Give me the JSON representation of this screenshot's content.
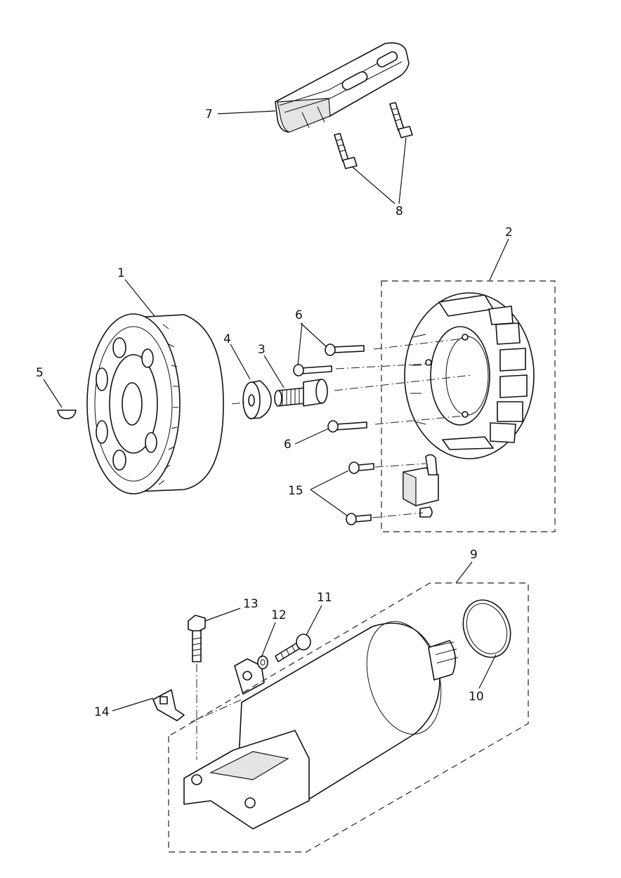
{
  "diagram": {
    "part_numbers": [
      {
        "key": "p1",
        "text": "1"
      },
      {
        "key": "p2",
        "text": "2"
      },
      {
        "key": "p3",
        "text": "3"
      },
      {
        "key": "p4",
        "text": "4"
      },
      {
        "key": "p5",
        "text": "5"
      },
      {
        "key": "p6a",
        "text": "6"
      },
      {
        "key": "p6b",
        "text": "6"
      },
      {
        "key": "p7",
        "text": "7"
      },
      {
        "key": "p8",
        "text": "8"
      },
      {
        "key": "p9",
        "text": "9"
      },
      {
        "key": "p10",
        "text": "10"
      },
      {
        "key": "p11",
        "text": "11"
      },
      {
        "key": "p12",
        "text": "12"
      },
      {
        "key": "p13",
        "text": "13"
      },
      {
        "key": "p14",
        "text": "14"
      },
      {
        "key": "p15",
        "text": "15"
      }
    ]
  }
}
